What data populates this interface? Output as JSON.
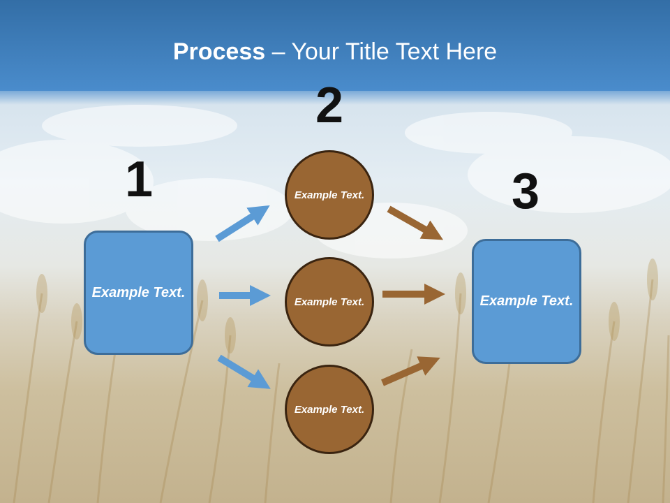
{
  "slide": {
    "title_bold": "Process",
    "title_rest": " – Your Title Text Here"
  },
  "steps": [
    {
      "number": "1",
      "text": "Example Text."
    },
    {
      "number": "2",
      "items": [
        "Example Text.",
        "Example Text.",
        "Example Text."
      ]
    },
    {
      "number": "3",
      "text": "Example Text."
    }
  ],
  "colors": {
    "box_fill": "#5b9bd5",
    "circle_fill": "#996633",
    "blue_arrow": "#5b9bd5",
    "brown_arrow": "#996633"
  }
}
